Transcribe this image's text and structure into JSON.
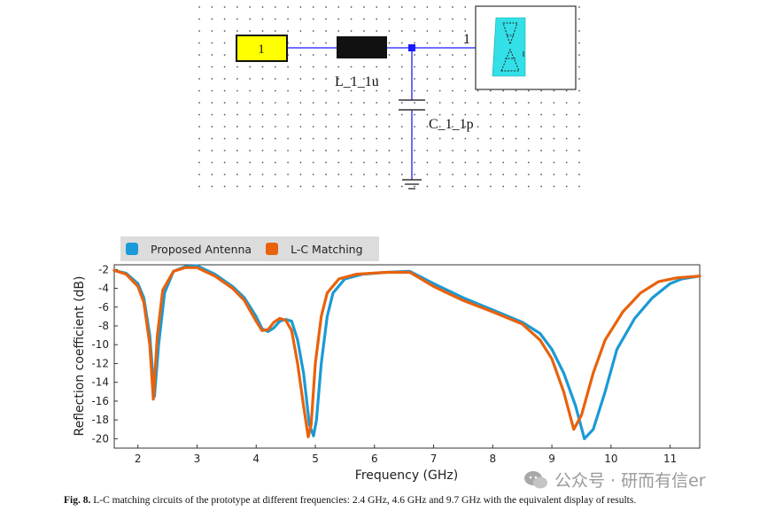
{
  "schematic": {
    "port_label": "1",
    "inductor_label": "L_1_1u",
    "capacitor_label": "C_1_1p",
    "antenna_port_label": "1",
    "colors": {
      "wire": "#1a1aff",
      "port_fill": "#ffff00",
      "inductor": "#111111",
      "antenna": "#33e0e8"
    }
  },
  "legend": {
    "items": [
      {
        "label": "Proposed Antenna",
        "color": "#1a9ad6"
      },
      {
        "label": "L-C Matching",
        "color": "#e8620c"
      }
    ]
  },
  "chart_data": {
    "type": "line",
    "xlabel": "Frequency (GHz)",
    "ylabel": "Reflection coefficient (dB)",
    "xlim": [
      1.6,
      11.5
    ],
    "ylim": [
      -21,
      -1.5
    ],
    "xticks": [
      2,
      3,
      4,
      5,
      6,
      7,
      8,
      9,
      10,
      11
    ],
    "yticks": [
      -2,
      -4,
      -6,
      -8,
      -10,
      -12,
      -14,
      -16,
      -18,
      -20
    ],
    "grid": false,
    "legend_position": "top-left-outside",
    "series": [
      {
        "name": "Proposed Antenna",
        "color": "#1a9ad6",
        "x": [
          1.6,
          1.8,
          2.0,
          2.1,
          2.2,
          2.28,
          2.35,
          2.45,
          2.6,
          2.8,
          3.0,
          3.3,
          3.6,
          3.8,
          4.0,
          4.1,
          4.2,
          4.3,
          4.4,
          4.5,
          4.6,
          4.7,
          4.8,
          4.9,
          4.97,
          5.02,
          5.1,
          5.2,
          5.3,
          5.5,
          5.8,
          6.2,
          6.6,
          7.0,
          7.5,
          8.0,
          8.5,
          8.8,
          9.0,
          9.2,
          9.4,
          9.55,
          9.7,
          9.9,
          10.1,
          10.4,
          10.7,
          11.0,
          11.2,
          11.5
        ],
        "y": [
          -2.1,
          -2.4,
          -3.5,
          -5.0,
          -9.0,
          -15.5,
          -10.0,
          -4.5,
          -2.2,
          -1.7,
          -1.6,
          -2.5,
          -3.8,
          -5.0,
          -7.0,
          -8.3,
          -8.6,
          -8.2,
          -7.5,
          -7.3,
          -7.5,
          -9.5,
          -13.0,
          -18.5,
          -19.7,
          -18.0,
          -12.0,
          -7.0,
          -4.5,
          -3.0,
          -2.5,
          -2.3,
          -2.2,
          -3.5,
          -5.0,
          -6.3,
          -7.6,
          -8.8,
          -10.5,
          -13.0,
          -16.5,
          -20.0,
          -19.0,
          -15.0,
          -10.5,
          -7.2,
          -5.0,
          -3.5,
          -3.0,
          -2.7
        ]
      },
      {
        "name": "L-C Matching",
        "color": "#e8620c",
        "x": [
          1.6,
          1.8,
          2.0,
          2.1,
          2.2,
          2.26,
          2.33,
          2.42,
          2.6,
          2.8,
          3.0,
          3.3,
          3.6,
          3.8,
          4.0,
          4.1,
          4.2,
          4.3,
          4.4,
          4.5,
          4.6,
          4.7,
          4.8,
          4.88,
          4.93,
          5.0,
          5.1,
          5.2,
          5.4,
          5.7,
          6.2,
          6.6,
          7.0,
          7.5,
          8.0,
          8.5,
          8.8,
          9.0,
          9.2,
          9.37,
          9.5,
          9.7,
          9.9,
          10.2,
          10.5,
          10.8,
          11.1,
          11.5
        ],
        "y": [
          -2.1,
          -2.5,
          -3.8,
          -5.5,
          -10.0,
          -15.8,
          -9.0,
          -4.2,
          -2.2,
          -1.8,
          -1.8,
          -2.7,
          -4.0,
          -5.3,
          -7.5,
          -8.5,
          -8.4,
          -7.6,
          -7.2,
          -7.4,
          -8.5,
          -12.0,
          -16.5,
          -19.8,
          -18.5,
          -12.0,
          -7.0,
          -4.5,
          -3.0,
          -2.5,
          -2.3,
          -2.3,
          -3.8,
          -5.3,
          -6.5,
          -7.8,
          -9.5,
          -11.5,
          -15.0,
          -19.0,
          -17.5,
          -13.0,
          -9.5,
          -6.5,
          -4.5,
          -3.3,
          -2.9,
          -2.7
        ]
      }
    ]
  },
  "caption": {
    "fig_label": "Fig. 8.",
    "text": "L-C matching circuits of the prototype at different frequencies: 2.4 GHz, 4.6 GHz and 9.7 GHz with the equivalent display of results."
  },
  "watermark": {
    "text": "公众号 · 研而有信er"
  }
}
